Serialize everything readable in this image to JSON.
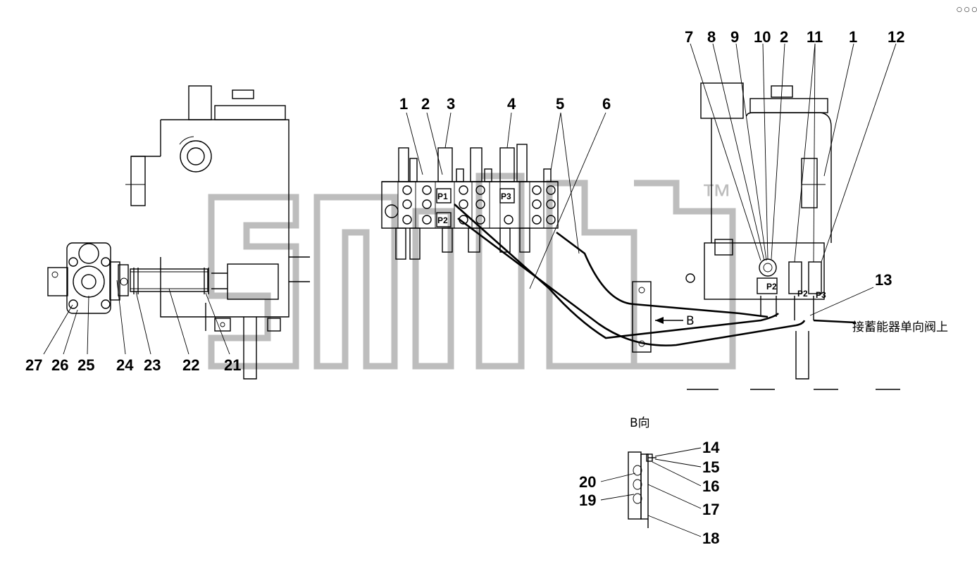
{
  "watermark": {
    "text": "™"
  },
  "top_right_mark": "○ ○ ○○○",
  "labels": {
    "bottom_left": [
      "27",
      "26",
      "25",
      "24",
      "23",
      "22",
      "21"
    ],
    "valve_top": [
      "1",
      "2",
      "3",
      "4",
      "5",
      "6"
    ],
    "right_top": [
      "7",
      "8",
      "9",
      "10",
      "2",
      "11",
      "1",
      "12"
    ],
    "right_13": "13",
    "accumulator_note": "接蓄能器单向阀上",
    "arrow_b": "B",
    "view_title": "B向",
    "view_right": [
      "14",
      "15",
      "16",
      "17",
      "18"
    ],
    "view_left": [
      "20",
      "19"
    ]
  },
  "ports": {
    "p1": "P1",
    "p2": "P2",
    "p3": "P3",
    "r_p2a": "P2",
    "r_p2b": "P2",
    "r_p3": "P3"
  }
}
